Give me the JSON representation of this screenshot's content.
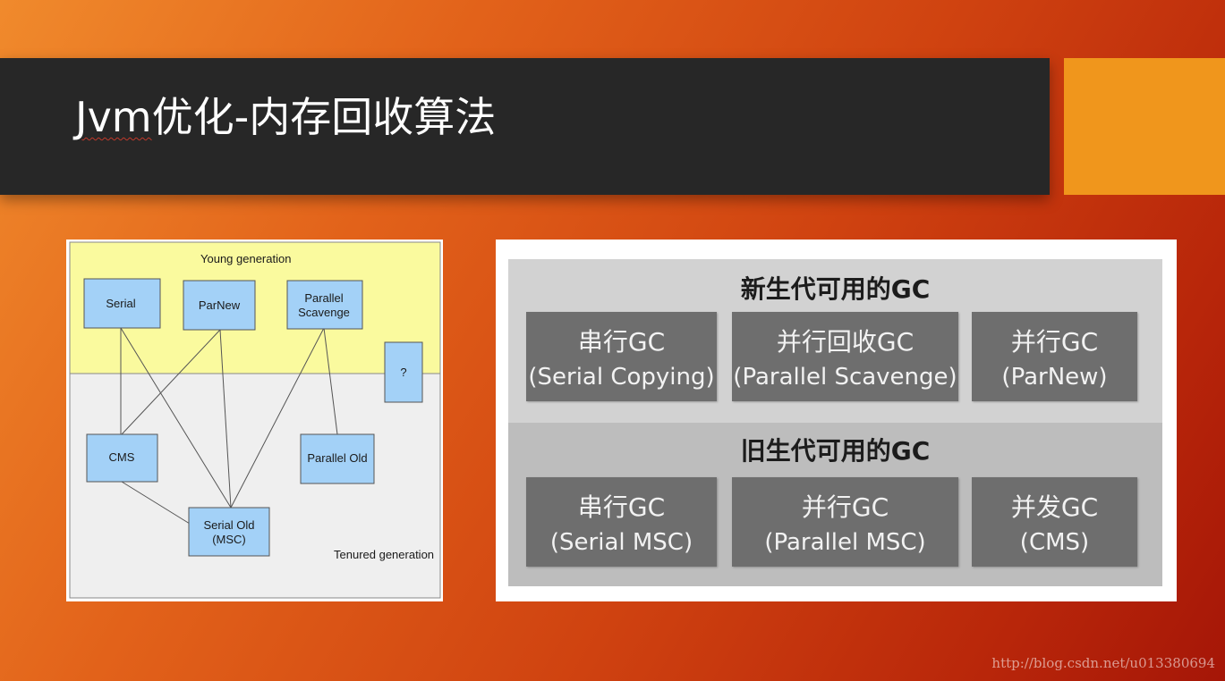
{
  "slide": {
    "title_prefix": "Jvm",
    "title_rest": "优化-内存回收算法",
    "watermark": "http://blog.csdn.net/u013380694"
  },
  "colors": {
    "title_bar": "#272727",
    "accent": "#f0961c",
    "young_region": "#fafa9e",
    "tenured_region": "#f0f0f0",
    "collector_box": "#a3d1f7",
    "table_cell": "#6e6e6e"
  },
  "diagram": {
    "young_label": "Young generation",
    "tenured_label": "Tenured generation",
    "collectors": {
      "serial": "Serial",
      "parnew": "ParNew",
      "parallel_scavenge_1": "Parallel",
      "parallel_scavenge_2": "Scavenge",
      "unknown": "?",
      "cms": "CMS",
      "parallel_old": "Parallel Old",
      "serial_old_1": "Serial Old",
      "serial_old_2": "(MSC)"
    },
    "links": [
      [
        "serial",
        "cms"
      ],
      [
        "serial",
        "serial_old"
      ],
      [
        "parnew",
        "cms"
      ],
      [
        "parnew",
        "serial_old"
      ],
      [
        "parallel_scavenge",
        "serial_old"
      ],
      [
        "parallel_scavenge",
        "parallel_old"
      ],
      [
        "cms",
        "serial_old"
      ]
    ]
  },
  "table": {
    "young_title": "新生代可用的GC",
    "old_title": "旧生代可用的GC",
    "young_cells": [
      {
        "line1": "串行GC",
        "line2": "(Serial Copying)"
      },
      {
        "line1": "并行回收GC",
        "line2": "(Parallel Scavenge)"
      },
      {
        "line1": "并行GC",
        "line2": "(ParNew)"
      }
    ],
    "old_cells": [
      {
        "line1": "串行GC",
        "line2": "(Serial MSC)"
      },
      {
        "line1": "并行GC",
        "line2": "(Parallel MSC)"
      },
      {
        "line1": "并发GC",
        "line2": "(CMS)"
      }
    ]
  }
}
